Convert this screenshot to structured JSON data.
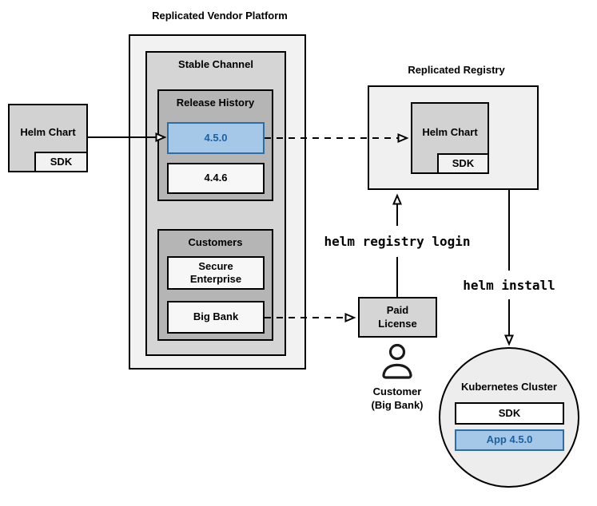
{
  "vendor_platform": {
    "title": "Replicated Vendor Platform",
    "stable_channel": {
      "title": "Stable Channel",
      "release_history": {
        "title": "Release History",
        "releases": [
          {
            "version": "4.5.0",
            "highlighted": true
          },
          {
            "version": "4.4.6",
            "highlighted": false
          }
        ]
      },
      "customers": {
        "title": "Customers",
        "items": [
          "Secure Enterprise",
          "Big Bank"
        ]
      }
    }
  },
  "helm_chart_source": {
    "label": "Helm Chart",
    "sdk": "SDK"
  },
  "registry": {
    "title": "Replicated Registry",
    "helm_chart": "Helm Chart",
    "sdk": "SDK"
  },
  "paid_license": {
    "label": "Paid License"
  },
  "customer": {
    "label": "Customer (Big Bank)"
  },
  "kubernetes_cluster": {
    "title": "Kubernetes Cluster",
    "sdk": "SDK",
    "app": "App 4.5.0"
  },
  "commands": {
    "registry_login": "helm registry login",
    "install": "helm install"
  },
  "icons": {
    "customer": "person-icon"
  },
  "colors": {
    "highlight_fill": "#a5c8e8",
    "highlight_border": "#2e6da4",
    "highlight_text": "#1e5f9e"
  }
}
